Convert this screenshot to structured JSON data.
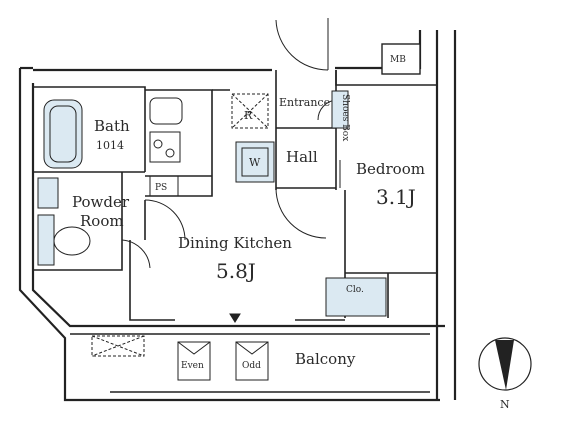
{
  "rooms": {
    "bath": {
      "name": "Bath",
      "size": "1014"
    },
    "powder": {
      "line1": "Powder",
      "line2": "Room"
    },
    "dining": {
      "name": "Dining Kitchen",
      "size": "5.8J"
    },
    "hall": {
      "name": "Hall"
    },
    "entrance": {
      "name": "Entrance"
    },
    "bedroom": {
      "name": "Bedroom",
      "size": "3.1J"
    },
    "closet": {
      "name": "Clo."
    },
    "balcony": {
      "name": "Balcony"
    }
  },
  "fixtures": {
    "mb": "MB",
    "ps": "PS",
    "fridge": "R",
    "washer": "W",
    "shoes_box": "Shoes Box",
    "even": "Even",
    "odd": "Odd"
  },
  "compass": {
    "north": "N"
  },
  "colors": {
    "wall": "#222222",
    "fixture_fill": "#dbe9f2"
  }
}
